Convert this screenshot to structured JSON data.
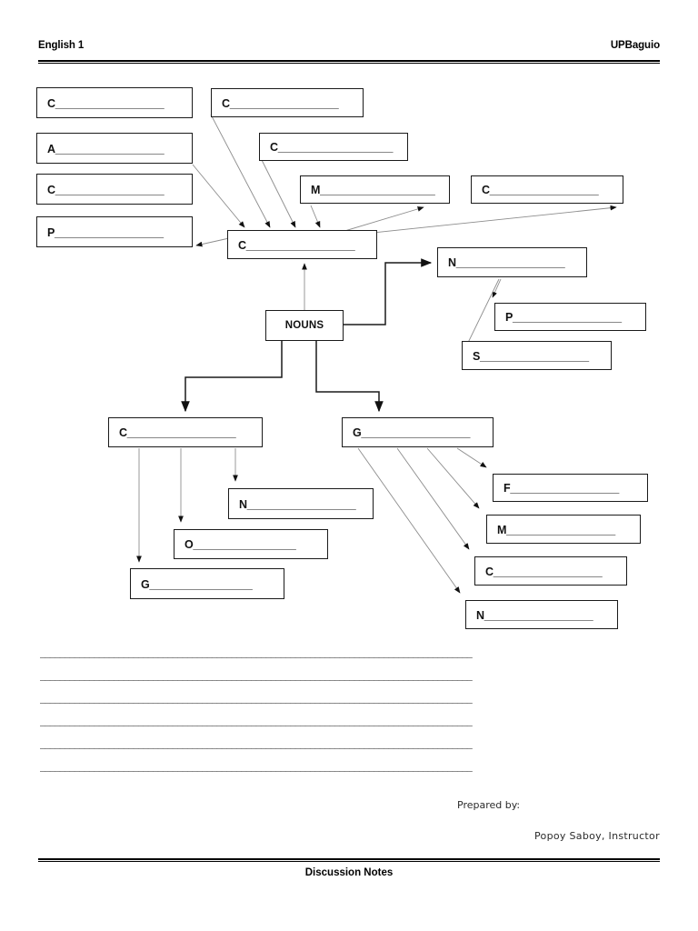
{
  "header": {
    "course": "English 1",
    "organization": "UPBaguio"
  },
  "footer": {
    "label": "Discussion Notes"
  },
  "diagram": {
    "title": "nouns-graphic-organizer",
    "center_node": {
      "label": "NOUNS"
    },
    "nodes": [
      {
        "id": "n-top-left-1",
        "label": "C__________________"
      },
      {
        "id": "n-top-left-2",
        "label": "A__________________"
      },
      {
        "id": "n-top-left-3",
        "label": "C__________________"
      },
      {
        "id": "n-top-left-4",
        "label": "P__________________"
      },
      {
        "id": "n-top-mid-1",
        "label": "C__________________"
      },
      {
        "id": "n-top-mid-2",
        "label": "C___________________"
      },
      {
        "id": "n-top-mid-3",
        "label": "M___________________"
      },
      {
        "id": "n-top-right-1",
        "label": "C__________________"
      },
      {
        "id": "n-hub-common",
        "label": "C__________________"
      },
      {
        "id": "n-number",
        "label": "N__________________"
      },
      {
        "id": "n-plural",
        "label": "P__________________"
      },
      {
        "id": "n-singular",
        "label": "S__________________"
      },
      {
        "id": "n-case",
        "label": "C__________________"
      },
      {
        "id": "n-nominative",
        "label": "N__________________"
      },
      {
        "id": "n-objective",
        "label": "O_________________"
      },
      {
        "id": "n-genitive",
        "label": "G_________________"
      },
      {
        "id": "n-gender",
        "label": "G__________________"
      },
      {
        "id": "n-feminine",
        "label": "F__________________"
      },
      {
        "id": "n-masculine",
        "label": "M__________________"
      },
      {
        "id": "n-common-gender",
        "label": "C__________________"
      },
      {
        "id": "n-neuter",
        "label": "N__________________"
      }
    ]
  },
  "writing_lines": [
    "________________________________________________________________________________________",
    "________________________________________________________________________________________",
    "________________________________________________________________________________________",
    "________________________________________________________________________________________",
    "________________________________________________________________________________________",
    "________________________________________________________________________________________"
  ],
  "signature": {
    "prepared_by": "Prepared by:",
    "name": "Popoy Saboy, Instructor"
  },
  "colors": {
    "ink": "#000000",
    "box_border": "#1a1a1a",
    "connector": "#4a4a4a",
    "connector_strong": "#1a1a1a",
    "page": "#ffffff"
  }
}
